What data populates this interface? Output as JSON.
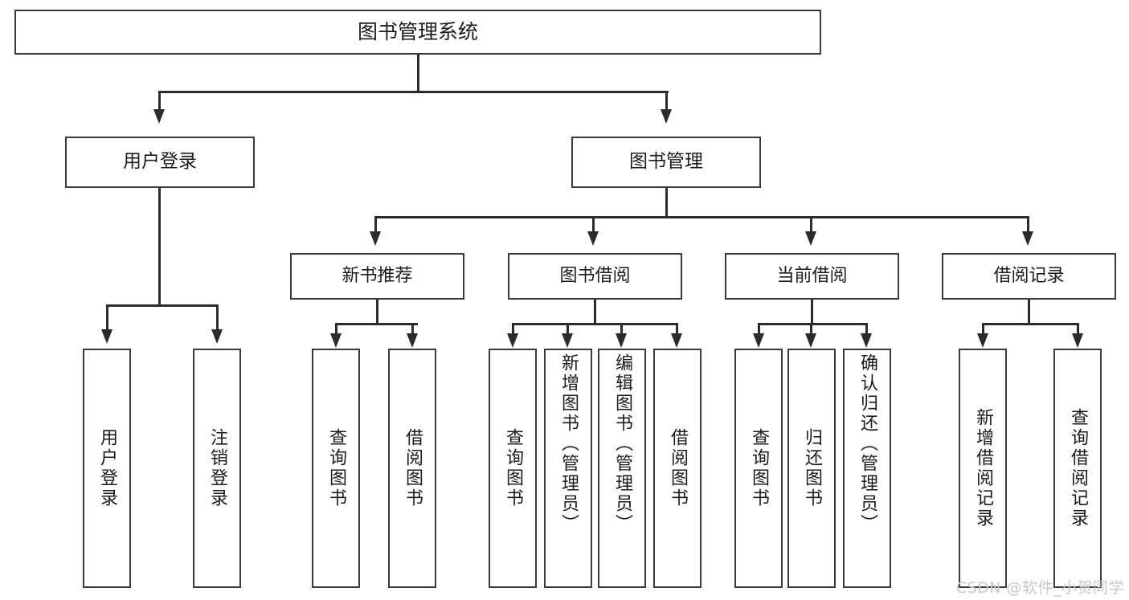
{
  "diagram": {
    "type": "tree-hierarchy",
    "title": "图书管理系统",
    "orientation": "top-down",
    "colors": {
      "box_border": "#3a3a3a",
      "connector": "#2b2b2b",
      "background": "#ffffff",
      "text": "#1b1b1b",
      "watermark": "#c8c8c8"
    }
  },
  "root": {
    "label": "图书管理系统"
  },
  "level2": [
    {
      "label": "用户登录"
    },
    {
      "label": "图书管理"
    }
  ],
  "level3": [
    {
      "label": "新书推荐"
    },
    {
      "label": "图书借阅"
    },
    {
      "label": "当前借阅"
    },
    {
      "label": "借阅记录"
    }
  ],
  "leaves": {
    "user_login": [
      {
        "label": "用户登录"
      },
      {
        "label": "注销登录"
      }
    ],
    "new_book_recommend": [
      {
        "label": "查询图书"
      },
      {
        "label": "借阅图书"
      }
    ],
    "book_borrow": [
      {
        "label": "查询图书"
      },
      {
        "label": "新增图书（管理员）"
      },
      {
        "label": "编辑图书（管理员）"
      },
      {
        "label": "借阅图书"
      }
    ],
    "current_borrow": [
      {
        "label": "查询图书"
      },
      {
        "label": "归还图书"
      },
      {
        "label": "确认归还（管理员）"
      }
    ],
    "borrow_records": [
      {
        "label": "新增借阅记录"
      },
      {
        "label": "查询借阅记录"
      }
    ]
  },
  "watermark": {
    "text": "CSDN @软件_小贺同学"
  }
}
